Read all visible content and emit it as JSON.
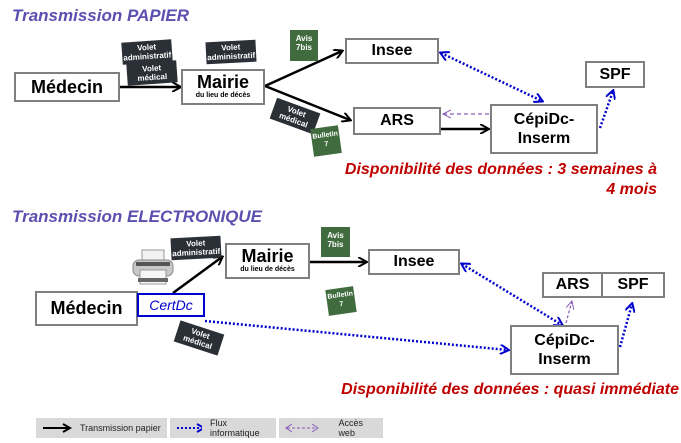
{
  "papier": {
    "title": "Transmission PAPIER",
    "nodes": {
      "medecin": "Médecin",
      "mairie": "Mairie",
      "mairie_sub": "du lieu de décès",
      "insee": "Insee",
      "ars": "ARS",
      "cepidc_line1": "CépiDc-",
      "cepidc_line2": "Inserm",
      "spf": "SPF"
    },
    "documents": {
      "volet_admin_1_line1": "Volet",
      "volet_admin_1_line2": "administratif",
      "volet_medical_1_line1": "Volet",
      "volet_medical_1_line2": "médical",
      "volet_admin_2_line1": "Volet",
      "volet_admin_2_line2": "administratif",
      "avis_line1": "Avis",
      "avis_line2": "7bis",
      "volet_medical_2_line1": "Volet",
      "volet_medical_2_line2": "médical",
      "bulletin_line1": "Bulletin",
      "bulletin_line2": "7"
    },
    "dispo_line1": "Disponibilité des données : 3 semaines à",
    "dispo_line2": "4 mois"
  },
  "electronique": {
    "title": "Transmission ELECTRONIQUE",
    "nodes": {
      "medecin": "Médecin",
      "certdc": "CertDc",
      "mairie": "Mairie",
      "mairie_sub": "du lieu de décès",
      "insee": "Insee",
      "ars": "ARS",
      "spf": "SPF",
      "cepidc_line1": "CépiDc-",
      "cepidc_line2": "Inserm"
    },
    "documents": {
      "volet_admin_line1": "Volet",
      "volet_admin_line2": "administratif",
      "avis_line1": "Avis",
      "avis_line2": "7bis",
      "bulletin_line1": "Bulletin",
      "bulletin_line2": "7",
      "volet_medical_line1": "Volet",
      "volet_medical_line2": "médical"
    },
    "dispo": "Disponibilité des données : quasi immédiate"
  },
  "legend": {
    "papier": "Transmission papier",
    "flux": "Flux informatique",
    "web": "Accès web"
  },
  "colors": {
    "title": "#5b4fb0",
    "dispo": "#c00000",
    "flux": "#0000cc",
    "web": "#8a5cb8",
    "papier": "#000000"
  }
}
